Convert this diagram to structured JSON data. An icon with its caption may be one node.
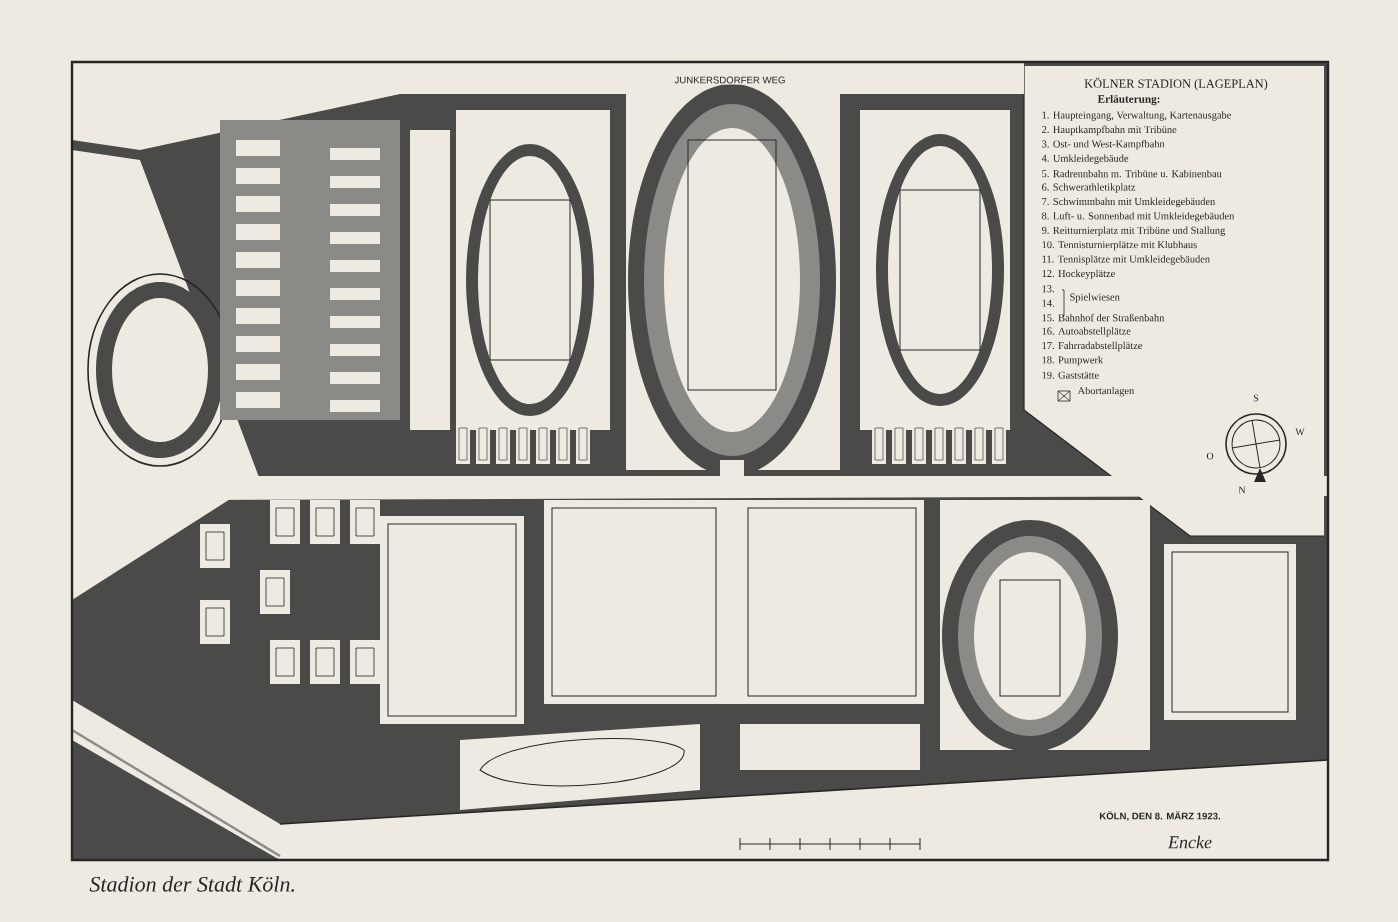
{
  "diagram": {
    "title": "KÖLNER STADION (LAGEPLAN)",
    "caption": "Stadion der Stadt Köln.",
    "labels": [
      "Erläuterung:",
      "1. Haupteingang, Verwaltung, Kartenausgabe",
      "2. Hauptkampfbahn mit Tribüne",
      "3. Ost- und West-Kampfbahn",
      "4. Umkleidegebäude",
      "5. Radrennbahn m. Tribüne u. Kabinenbau",
      "6. Schwerathletikplatz",
      "7. Schwimmbahn mit Umkleidegebäuden",
      "8. Luft- u. Sonnenbad mit Umkleidegebäuden",
      "9. Reitturnierplatz mit Tribüne und Stallung",
      "10. Tennisturnierplätze mit Klubhaus",
      "11. Tennisplätze mit Umkleidegebäuden",
      "12. Hockeyplätze",
      "13.",
      "14.",
      "Spielwiesen",
      "15. Bahnhof der Straßenbahn",
      "16. Autoabstellplätze",
      "17. Fahrradabstellplätze",
      "18. Pumpwerk",
      "19. Gaststätte",
      "Abortanlagen",
      "JUNKERSDORFER WEG",
      "S",
      "O",
      "W",
      "N",
      "KÖLN, DEN 8. MÄRZ 1923.",
      "Encke"
    ]
  }
}
